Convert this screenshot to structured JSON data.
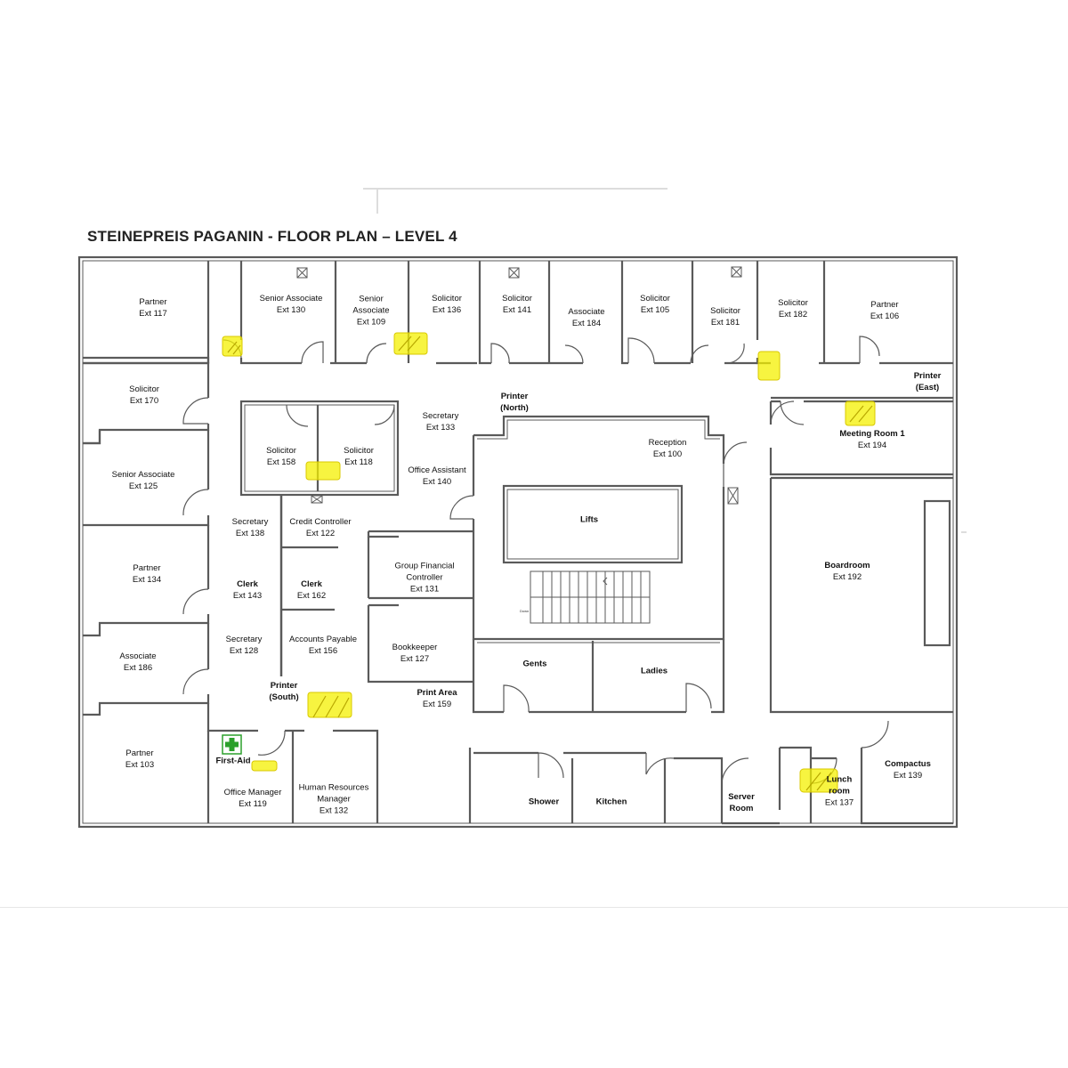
{
  "title": "STEINEPREIS PAGANIN - FLOOR PLAN – LEVEL 4",
  "colors": {
    "wall": "#5a5a5a",
    "highlight": "#f4f000",
    "first_aid": "#2ca02c"
  },
  "rooms": {
    "partner_117": [
      "Partner",
      "Ext 117"
    ],
    "senior_associate_130": [
      "Senior Associate",
      "Ext 130"
    ],
    "senior_associate_109": [
      "Senior",
      "Associate",
      "Ext 109"
    ],
    "solicitor_136": [
      "Solicitor",
      "Ext 136"
    ],
    "solicitor_141": [
      "Solicitor",
      "Ext 141"
    ],
    "associate_184": [
      "Associate",
      "Ext 184"
    ],
    "solicitor_105": [
      "Solicitor",
      "Ext 105"
    ],
    "solicitor_181": [
      "Solicitor",
      "Ext 181"
    ],
    "solicitor_182": [
      "Solicitor",
      "Ext 182"
    ],
    "partner_106": [
      "Partner",
      "Ext 106"
    ],
    "printer_east": [
      "Printer",
      "(East)"
    ],
    "solicitor_170": [
      "Solicitor",
      "Ext 170"
    ],
    "senior_associate_125": [
      "Senior Associate",
      "Ext 125"
    ],
    "partner_134": [
      "Partner",
      "Ext 134"
    ],
    "associate_186": [
      "Associate",
      "Ext 186"
    ],
    "partner_103": [
      "Partner",
      "Ext 103"
    ],
    "solicitor_158": [
      "Solicitor",
      "Ext 158"
    ],
    "solicitor_118": [
      "Solicitor",
      "Ext 118"
    ],
    "secretary_133": [
      "Secretary",
      "Ext 133"
    ],
    "printer_north": [
      "Printer",
      "(North)"
    ],
    "reception_100": [
      "Reception",
      "Ext 100"
    ],
    "office_assistant_140": [
      "Office Assistant",
      "Ext 140"
    ],
    "meeting_room_1": [
      "Meeting Room 1",
      "Ext 194"
    ],
    "lifts": [
      "Lifts"
    ],
    "secretary_138": [
      "Secretary",
      "Ext 138"
    ],
    "credit_controller_122": [
      "Credit Controller",
      "Ext 122"
    ],
    "group_financial_controller_131": [
      "Group Financial",
      "Controller",
      "Ext 131"
    ],
    "boardroom_192": [
      "Boardroom",
      "Ext 192"
    ],
    "clerk_143": [
      "Clerk",
      "Ext 143"
    ],
    "clerk_162": [
      "Clerk",
      "Ext 162"
    ],
    "secretary_128": [
      "Secretary",
      "Ext 128"
    ],
    "accounts_payable_156": [
      "Accounts Payable",
      "Ext 156"
    ],
    "bookkeeper_127": [
      "Bookkeeper",
      "Ext 127"
    ],
    "gents": [
      "Gents"
    ],
    "ladies": [
      "Ladies"
    ],
    "printer_south": [
      "Printer",
      "(South)"
    ],
    "print_area_159": [
      "Print Area",
      "Ext 159"
    ],
    "first_aid": [
      "First-Aid"
    ],
    "office_manager_119": [
      "Office Manager",
      "Ext 119"
    ],
    "hr_manager_132": [
      "Human Resources",
      "Manager",
      "Ext 132"
    ],
    "shower": [
      "Shower"
    ],
    "kitchen": [
      "Kitchen"
    ],
    "server_room": [
      "Server",
      "Room"
    ],
    "lunch_room_137": [
      "Lunch",
      "room",
      "Ext 137"
    ],
    "compactus_139": [
      "Compactus",
      "Ext 139"
    ]
  },
  "stair_label": "Down"
}
